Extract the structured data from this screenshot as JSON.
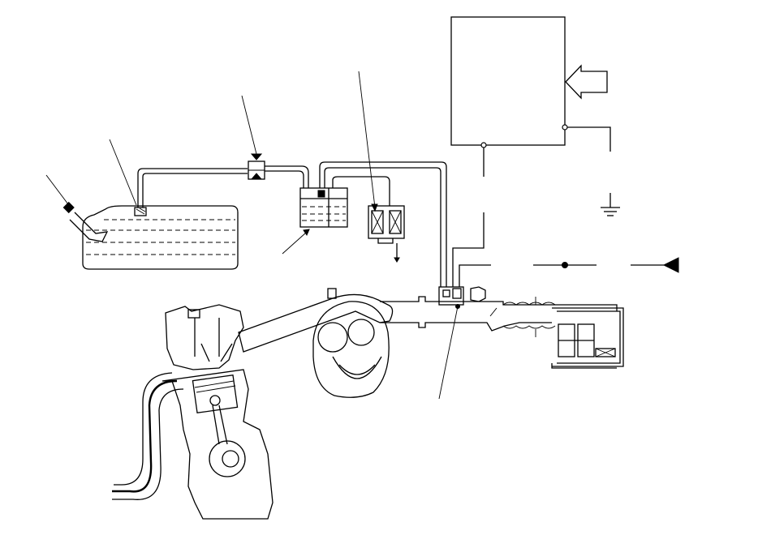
{
  "diagram": {
    "colors": {
      "line": "#000000",
      "background": "#ffffff"
    },
    "components": [
      "fuel-filler-neck",
      "fuel-tank",
      "fuel-tank-vent-valve",
      "two-way-check-valve",
      "charcoal-canister",
      "purge-control-solenoid-valve",
      "ecm-box",
      "input-signal-arrow",
      "ground-symbol",
      "battery-signal-arrow",
      "throttle-body",
      "intake-duct",
      "air-cleaner",
      "intake-manifold",
      "engine-cylinder-head",
      "piston",
      "crankshaft",
      "exhaust-pipe"
    ]
  }
}
